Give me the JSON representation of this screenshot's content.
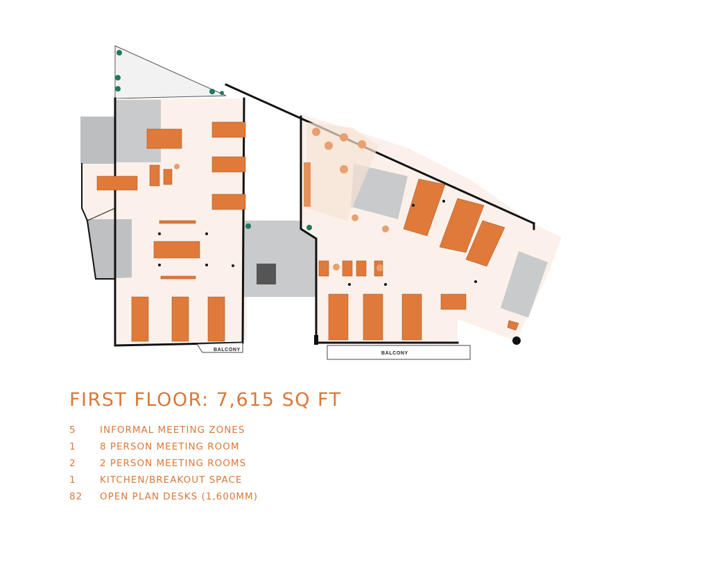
{
  "title": "FIRST FLOOR: 7,615 SQ FT",
  "balcony_labels": [
    "BALCONY",
    "BALCONY"
  ],
  "specs": [
    {
      "qty": "5",
      "desc": "INFORMAL MEETING ZONES"
    },
    {
      "qty": "1",
      "desc": "8 PERSON MEETING ROOM"
    },
    {
      "qty": "2",
      "desc": "2 PERSON MEETING ROOMS"
    },
    {
      "qty": "1",
      "desc": "KITCHEN/BREAKOUT SPACE"
    },
    {
      "qty": "82",
      "desc": "OPEN PLAN DESKS (1,600MM)"
    }
  ],
  "colors": {
    "accent": "#d9783a",
    "desk": "#e07a3a",
    "floor": "#fbf1ea",
    "core": "#c9cacb",
    "wall": "#111111",
    "terrace": "#f2f2f2",
    "plant": "#1f7a5a"
  }
}
